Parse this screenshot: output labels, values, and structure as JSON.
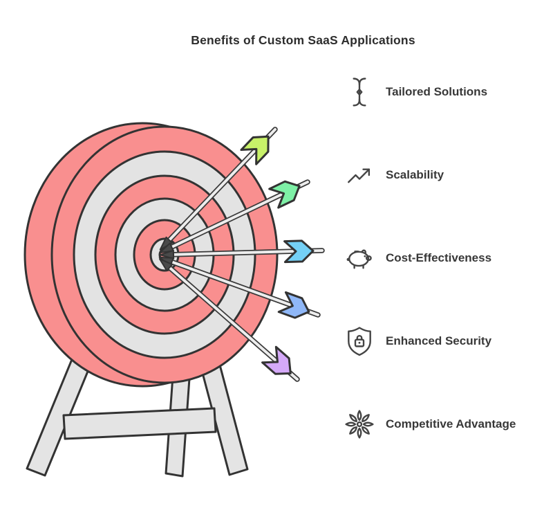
{
  "title": "Benefits of Custom SaaS Applications",
  "benefits": [
    {
      "label": "Tailored Solutions",
      "icon": "text-cursor-icon"
    },
    {
      "label": "Scalability",
      "icon": "growth-chart-icon"
    },
    {
      "label": "Cost-Effectiveness",
      "icon": "piggy-bank-icon"
    },
    {
      "label": "Enhanced Security",
      "icon": "shield-lock-icon"
    },
    {
      "label": "Competitive Advantage",
      "icon": "rosette-star-icon"
    }
  ],
  "illustration": {
    "description": "Dartboard on a wooden stand with five arrows in the bullseye",
    "colors": {
      "target_red": "#f98f8f",
      "ring_gray": "#e3e3e3",
      "stand_gray": "#e4e4e4",
      "outline": "#333333",
      "shaft_gray": "#ededed",
      "fletching": [
        "#c8f169",
        "#7ef0a6",
        "#74d0f6",
        "#8fb7f7",
        "#d5a9f9"
      ]
    }
  }
}
